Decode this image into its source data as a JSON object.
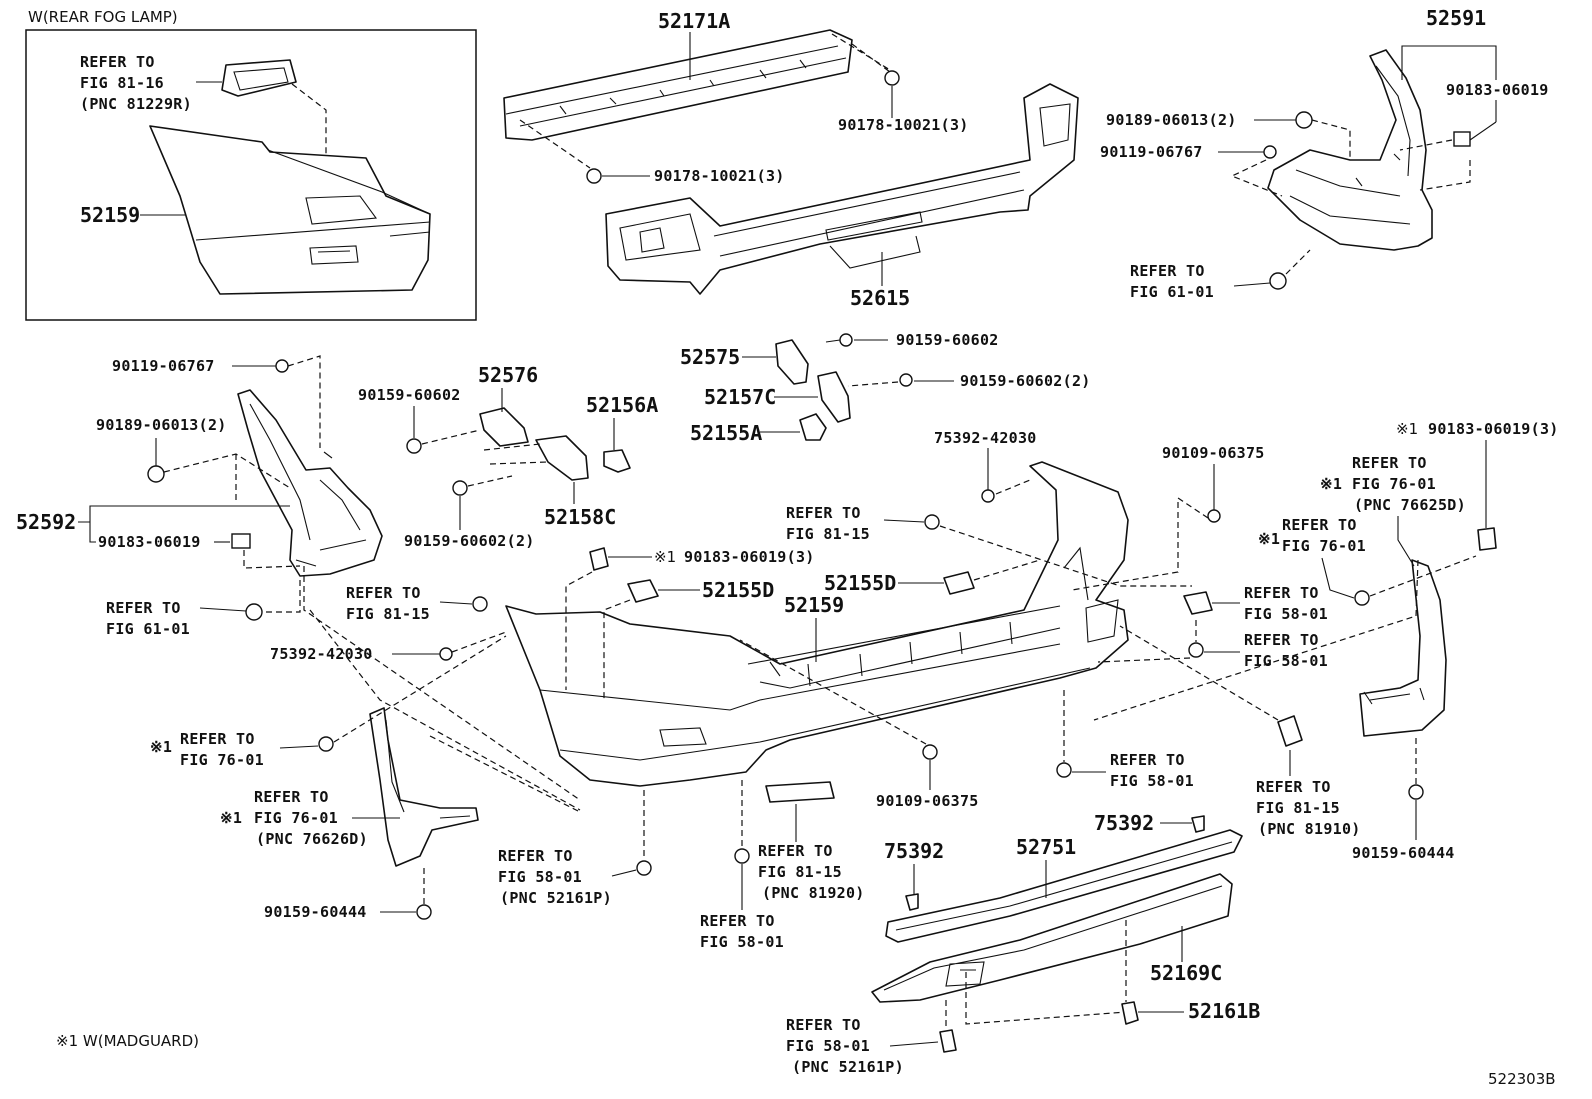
{
  "labels": {
    "inset_title": "W(REAR FOG LAMP)",
    "inset_refer_81_16": [
      "REFER TO",
      "FIG 81-16",
      "(PNC 81229R)"
    ],
    "inset_52159": "52159",
    "p52171A": "52171A",
    "p90178_top": "90178-10021(3)",
    "p90178_left": "90178-10021(3)",
    "p52615": "52615",
    "p52591": "52591",
    "p90189_right": "90189-06013(2)",
    "p90119_right": "90119-06767",
    "p90183_right": "90183-06019",
    "refer_61_01_right": [
      "REFER TO",
      "FIG 61-01"
    ],
    "p52575": "52575",
    "p90159_a": "90159-60602",
    "p52157C": "52157C",
    "p90159_b": "90159-60602(2)",
    "p52155A": "52155A",
    "p90119_left": "90119-06767",
    "p90189_left": "90189-06013(2)",
    "p52592": "52592",
    "p90183_left": "90183-06019",
    "refer_61_01_left": [
      "REFER TO",
      "FIG 61-01"
    ],
    "p90159_c": "90159-60602",
    "p52576": "52576",
    "p52156A": "52156A",
    "p52158C": "52158C",
    "p90159_d": "90159-60602(2)",
    "p75392_top": "75392-42030",
    "p90109_right": "90109-06375",
    "refer_81_15_center": [
      "REFER TO",
      "FIG 81-15"
    ],
    "p90183_mid": "90183-06019(3)",
    "p90183_mid_mark": "※1",
    "p52155D_left": "52155D",
    "p52155D_right": "52155D",
    "p52159": "52159",
    "refer_81_15_left": [
      "REFER TO",
      "FIG 81-15"
    ],
    "p75392_left": "75392-42030",
    "refer_76_01_right_top": [
      "REFER TO",
      "FIG 76-01",
      "(PNC 76625D)"
    ],
    "p90183_far_right": "90183-06019(3)",
    "p90183_far_right_mark": "※1",
    "refer_76_01_right_mid": [
      "REFER TO",
      "FIG 76-01"
    ],
    "refer_58_01_right_a": [
      "REFER TO",
      "FIG 58-01"
    ],
    "refer_58_01_right_b": [
      "REFER TO",
      "FIG 58-01"
    ],
    "refer_76_01_left_a": [
      "REFER TO",
      "FIG 76-01"
    ],
    "refer_76_01_left_b": [
      "REFER TO",
      "FIG 76-01",
      "(PNC 76626D)"
    ],
    "p90159_60444_left": "90159-60444",
    "refer_58_01_bottom_left": [
      "REFER TO",
      "FIG 58-01",
      "(PNC 52161P)"
    ],
    "refer_81_15_bottom": [
      "REFER TO",
      "FIG 81-15",
      "(PNC 81920)"
    ],
    "refer_58_01_bottom_mid": [
      "REFER TO",
      "FIG 58-01"
    ],
    "p90109_bottom": "90109-06375",
    "refer_58_01_center": [
      "REFER TO",
      "FIG 58-01"
    ],
    "refer_81_15_right": [
      "REFER TO",
      "FIG 81-15",
      "(PNC 81910)"
    ],
    "p90159_60444_right": "90159-60444",
    "p75392_a": "75392",
    "p75392_b": "75392",
    "p52751": "52751",
    "p52169C": "52169C",
    "p52161B": "52161B",
    "refer_58_01_bottom": [
      "REFER TO",
      "FIG 58-01",
      "(PNC 52161P)"
    ],
    "footnote": "※1 W(MADGUARD)",
    "figure_code": "522303B"
  }
}
